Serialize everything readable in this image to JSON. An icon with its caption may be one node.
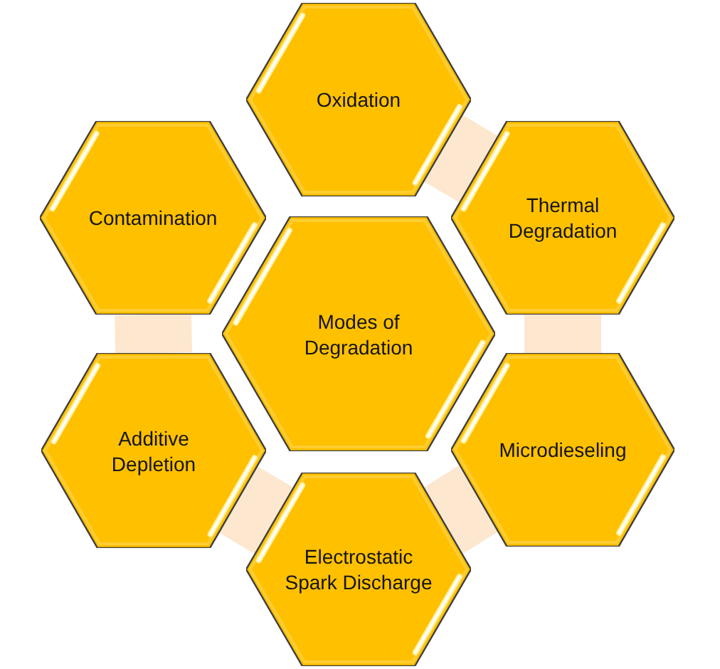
{
  "diagram": {
    "nodes": [
      {
        "text": [
          "Oxidation"
        ]
      },
      {
        "text": [
          "Contamination"
        ]
      },
      {
        "text": [
          "Thermal Degradation"
        ]
      },
      {
        "text": [
          "Modes of Degradation"
        ]
      },
      {
        "text": [
          "Additive Depletion"
        ]
      },
      {
        "text": [
          "Microdieseling"
        ]
      },
      {
        "text": [
          "Electrostatic Spark Discharge"
        ]
      }
    ],
    "edges": [
      {
        "from": 0,
        "to": 2,
        "arrow": "none"
      },
      {
        "from": 2,
        "to": 5,
        "arrow": "none"
      },
      {
        "from": 5,
        "to": 6,
        "arrow": "none"
      },
      {
        "from": 6,
        "to": 4,
        "arrow": "none"
      },
      {
        "from": 4,
        "to": 1,
        "arrow": "none"
      }
    ]
  }
}
